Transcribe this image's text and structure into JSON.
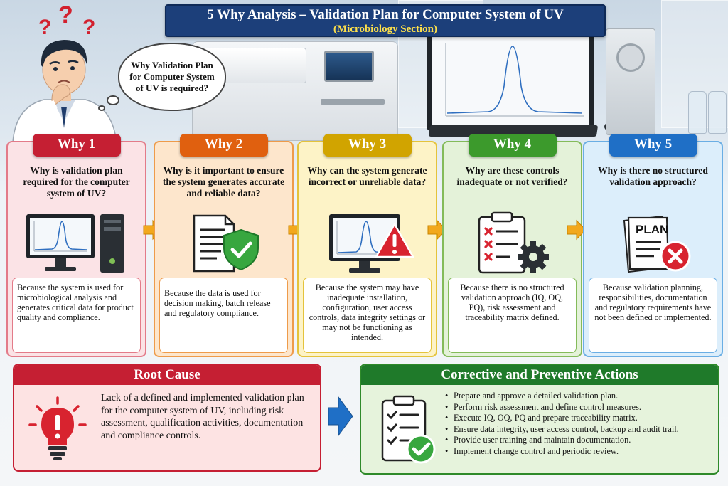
{
  "header": {
    "title": "5 Why Analysis – Validation Plan for Computer System of UV",
    "subtitle": "(Microbiology Section)"
  },
  "scientist": {
    "bubble_text": "Why Validation Plan for Computer System of UV is required?",
    "icon": "thinking-scientist-icon"
  },
  "whys": [
    {
      "label": "Why 1",
      "question": "Why is validation plan required for the computer system of UV?",
      "answer": "Because the system is used for microbiological analysis and generates critical data for product quality and compliance.",
      "icon": "computer-workstation-icon",
      "color": "#c51f33"
    },
    {
      "label": "Why 2",
      "question": "Why is it important to ensure the system generates accurate and reliable data?",
      "answer": "Because the data is used for decision making, batch release and regulatory compliance.",
      "icon": "document-shield-check-icon",
      "color": "#e0600f"
    },
    {
      "label": "Why 3",
      "question": "Why can the system generate incorrect or unreliable data?",
      "answer": "Because the system may have inadequate installation, configuration, user access controls, data integrity settings or may not be functioning as intended.",
      "icon": "monitor-warning-icon",
      "color": "#d1a400"
    },
    {
      "label": "Why 4",
      "question": "Why are these controls inadequate or not verified?",
      "answer": "Because there is no structured validation approach (IQ, OQ, PQ), risk assessment and traceability matrix defined.",
      "icon": "clipboard-gear-icon",
      "color": "#3c9a2c"
    },
    {
      "label": "Why 5",
      "question": "Why is there no structured validation approach?",
      "answer": "Because validation planning, responsibilities, documentation and regulatory requirements have not been defined or implemented.",
      "icon": "plan-document-error-icon",
      "color": "#1f6fc6",
      "plan_word": "PLAN"
    }
  ],
  "root_cause": {
    "title": "Root Cause",
    "text": "Lack of a defined and implemented validation plan for the computer system of UV, including risk assessment, qualification activities, documentation and compliance controls.",
    "icon": "lightbulb-exclamation-icon"
  },
  "capa": {
    "title": "Corrective and Preventive Actions",
    "icon": "clipboard-checklist-check-icon",
    "items": [
      "Prepare and approve a detailed validation plan.",
      "Perform risk assessment and define control measures.",
      "Execute IQ, OQ, PQ and prepare traceability matrix.",
      "Ensure data integrity, user access control, backup and audit trail.",
      "Provide user training and maintain documentation.",
      "Implement change control and periodic review."
    ]
  }
}
